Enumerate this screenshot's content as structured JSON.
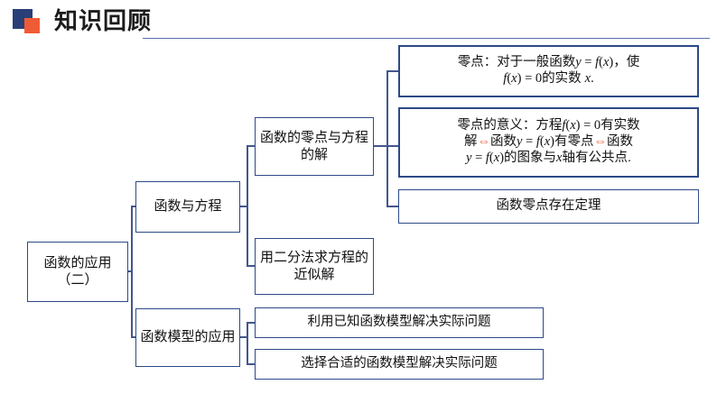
{
  "header": {
    "title": "知识回顾",
    "logo_icon": "two-squares-logo-icon",
    "logo_colors": {
      "primary": "#2a3f77",
      "accent": "#f05b37"
    },
    "rule_color": "#5570a8"
  },
  "theme": {
    "node_border": "#2d4a86",
    "connector": "#44568c",
    "text": "#111111",
    "iff_symbol_color": "#e8603c",
    "background": "#ffffff"
  },
  "diagram": {
    "type": "mind-map",
    "root": {
      "label": "函数的应用（二）"
    },
    "nodes": {
      "func_eq": "函数与方程",
      "model_app": "函数模型的应用",
      "zero_and_solution": "函数的零点与方程的解",
      "bisection": "用二分法求方程的近似解",
      "theorem": "函数零点存在定理",
      "known_model": "利用已知函数模型解决实际问题",
      "choose_model": "选择合适的函数模型解决实际问题"
    },
    "definition": {
      "line1_prefix": "零点：对于一般函数",
      "line1_math_y": "y",
      "line1_eq": " = ",
      "line1_fx": "f",
      "line1_paren_open": "(",
      "line1_x": "x",
      "line1_paren_close": ")",
      "line1_suffix": "，使",
      "line2_fx": "f",
      "line2_paren_open": "(",
      "line2_x": "x",
      "line2_paren_close": ")",
      "line2_eq": " = ",
      "line2_zero": "0",
      "line2_mid": "的实数 ",
      "line2_var": "x",
      "line2_end": "."
    },
    "meaning": {
      "l1_a": "零点的意义：方程",
      "l1_f": "f",
      "l1_po": "(",
      "l1_x": "x",
      "l1_pc": ")",
      "l1_eq": " = ",
      "l1_zero": "0",
      "l1_b": "有实数",
      "l2_a": "解",
      "l2_iff1": "⇔",
      "l2_b": "函数",
      "l2_y": "y",
      "l2_eq": " = ",
      "l2_f": "f",
      "l2_po": "(",
      "l2_x": "x",
      "l2_pc": ")",
      "l2_c": "有零点",
      "l2_iff2": "⇔",
      "l2_d": "函数",
      "l3_y": "y",
      "l3_eq": " = ",
      "l3_f": "f",
      "l3_po": "(",
      "l3_x": "x",
      "l3_pc": ")",
      "l3_a": "的图象与",
      "l3_x2": "x",
      "l3_b": "轴有公共点."
    }
  }
}
